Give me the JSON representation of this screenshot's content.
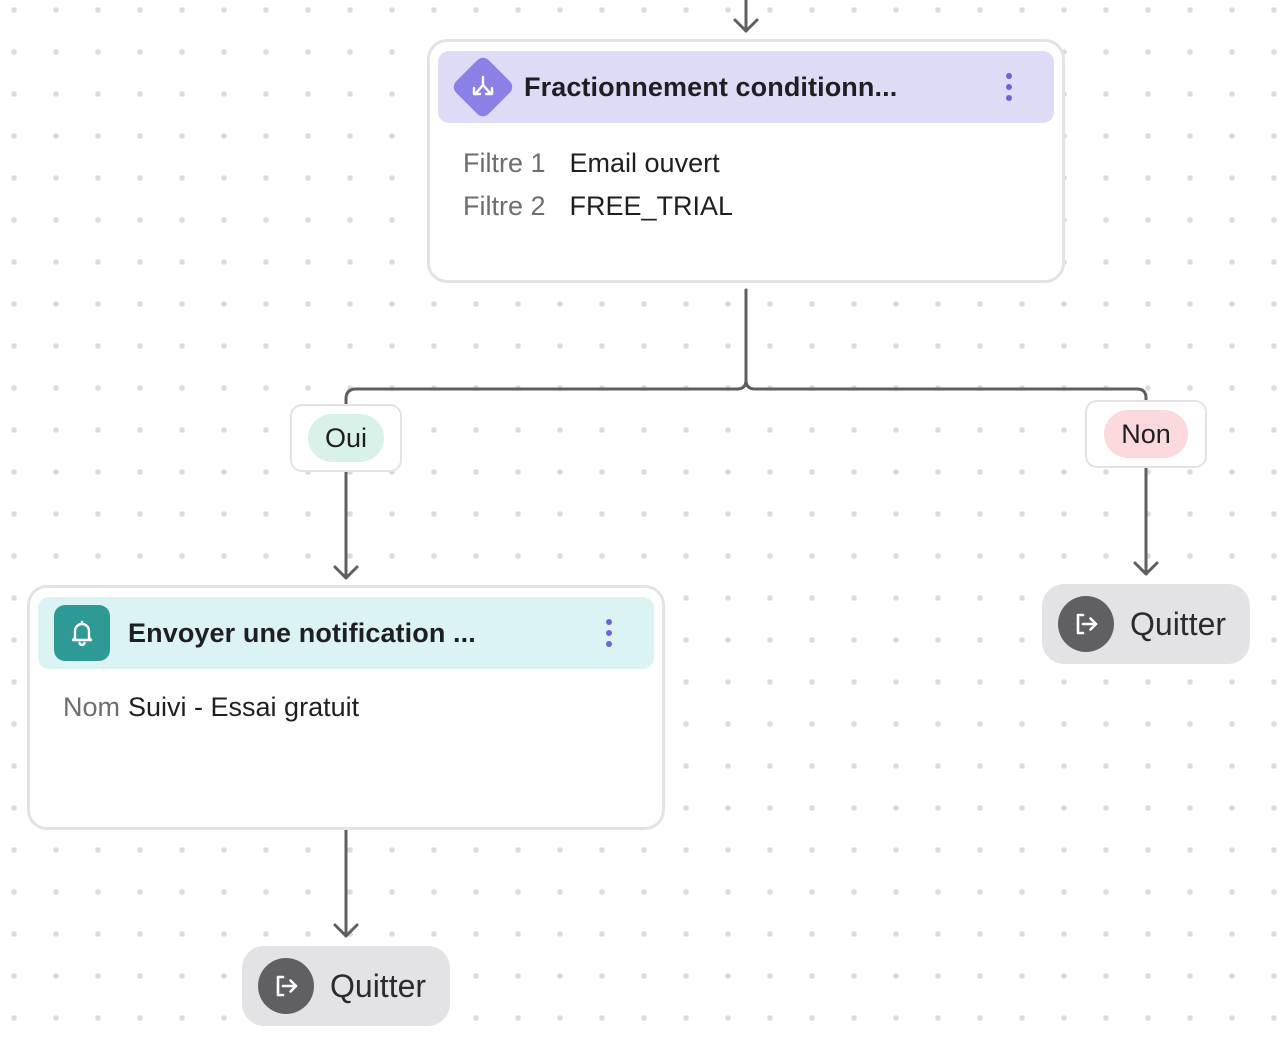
{
  "split_node": {
    "title": "Fractionnement conditionn...",
    "icon": "split-arrows-icon",
    "accent": "#8b80e6",
    "header_bg": "#dedbf6",
    "filters": [
      {
        "key": "Filtre 1",
        "value": "Email ouvert"
      },
      {
        "key": "Filtre 2",
        "value": "FREE_TRIAL"
      }
    ]
  },
  "branches": {
    "yes_label": "Oui",
    "no_label": "Non",
    "yes_color": "#d8f1e9",
    "no_color": "#fcd9dc"
  },
  "notification_node": {
    "title": "Envoyer une notification ...",
    "icon": "bell-icon",
    "accent": "#2f9a95",
    "header_bg": "#dcf3f4",
    "field_key": "Nom",
    "field_value": "Suivi - Essai gratuit"
  },
  "exit_nodes": {
    "yes_exit_label": "Quitter",
    "no_exit_label": "Quitter",
    "icon": "exit-icon"
  }
}
